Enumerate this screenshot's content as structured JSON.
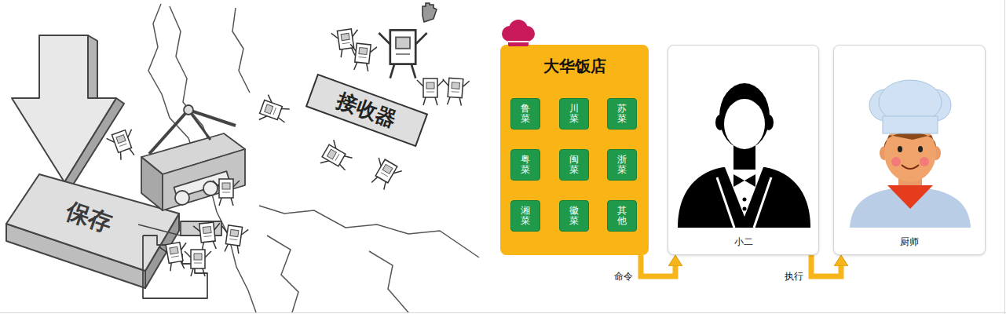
{
  "diagram": {
    "nodes": [
      {
        "text": [
          "保存"
        ]
      },
      {
        "text": [
          "接收器"
        ]
      },
      {
        "text": [
          "大华饭店"
        ]
      },
      {
        "text": [
          "鲁菜"
        ],
        "in": 2
      },
      {
        "text": [
          "川菜"
        ],
        "in": 2
      },
      {
        "text": [
          "苏菜"
        ],
        "in": 2
      },
      {
        "text": [
          "粤菜"
        ],
        "in": 2
      },
      {
        "text": [
          "闽菜"
        ],
        "in": 2
      },
      {
        "text": [
          "浙菜"
        ],
        "in": 2
      },
      {
        "text": [
          "湘菜"
        ],
        "in": 2
      },
      {
        "text": [
          "徽菜"
        ],
        "in": 2
      },
      {
        "text": [
          "其他"
        ],
        "in": 2
      },
      {
        "text": [
          "小二"
        ]
      },
      {
        "text": [
          "厨师"
        ]
      }
    ],
    "edges": [
      {
        "from": 2,
        "to": 12,
        "label": "命令",
        "arrow": "to"
      },
      {
        "from": 12,
        "to": 13,
        "label": "执行",
        "arrow": "to"
      }
    ]
  }
}
